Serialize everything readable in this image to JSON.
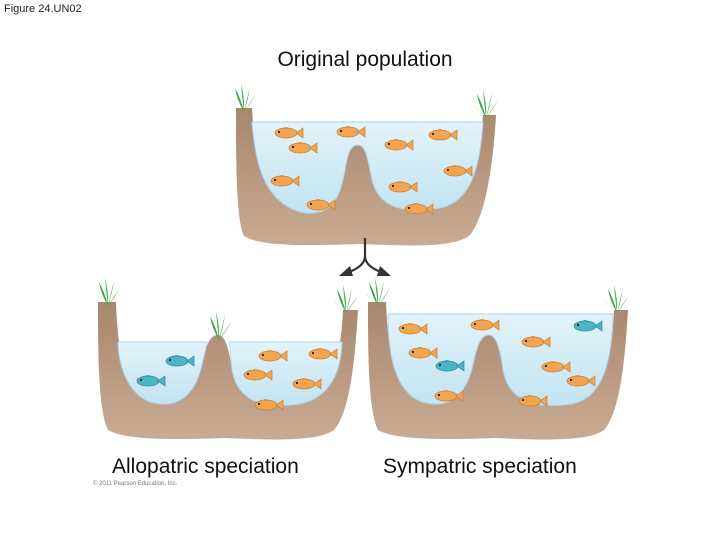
{
  "figure_label": "Figure 24.UN02",
  "title": "Original population",
  "captions": {
    "allopatric": "Allopatric speciation",
    "sympatric": "Sympatric speciation"
  },
  "copyright": "© 2011 Pearson Education, Inc.",
  "colors": {
    "water": "#cfe9f5",
    "water_edge": "#a9d6ec",
    "earth": "#b8957c",
    "earth_dark": "#9a7a63",
    "grass": "#3fa34d",
    "fish_orange": "#f2a550",
    "fish_teal": "#4bb4c6",
    "arrow": "#333333"
  }
}
